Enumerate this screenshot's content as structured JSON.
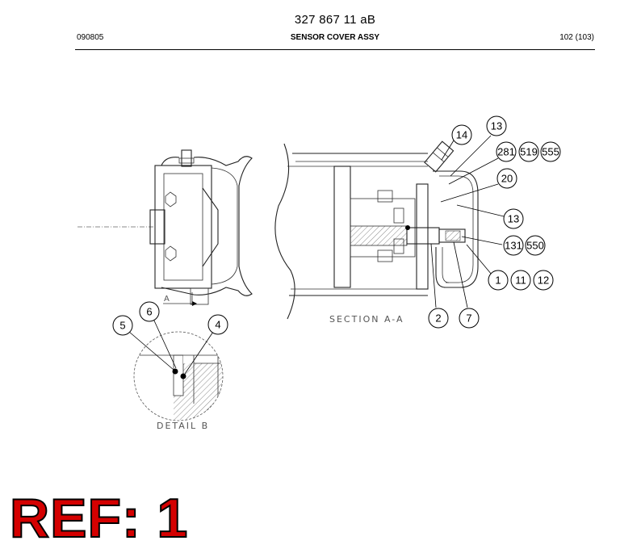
{
  "header": {
    "doc_number": "327 867 11 aB",
    "date_code": "090805",
    "title": "SENSOR COVER ASSY",
    "page": "102 (103)"
  },
  "drawing": {
    "section_label": "SECTION A-A",
    "detail_label": "DETAIL B",
    "view_marker": "A",
    "callouts": [
      "14",
      "13",
      "281",
      "519",
      "555",
      "20",
      "13",
      "131",
      "550",
      "1",
      "11",
      "12",
      "2",
      "7",
      "5",
      "6",
      "4"
    ]
  },
  "ref": {
    "label": "REF: 1"
  }
}
